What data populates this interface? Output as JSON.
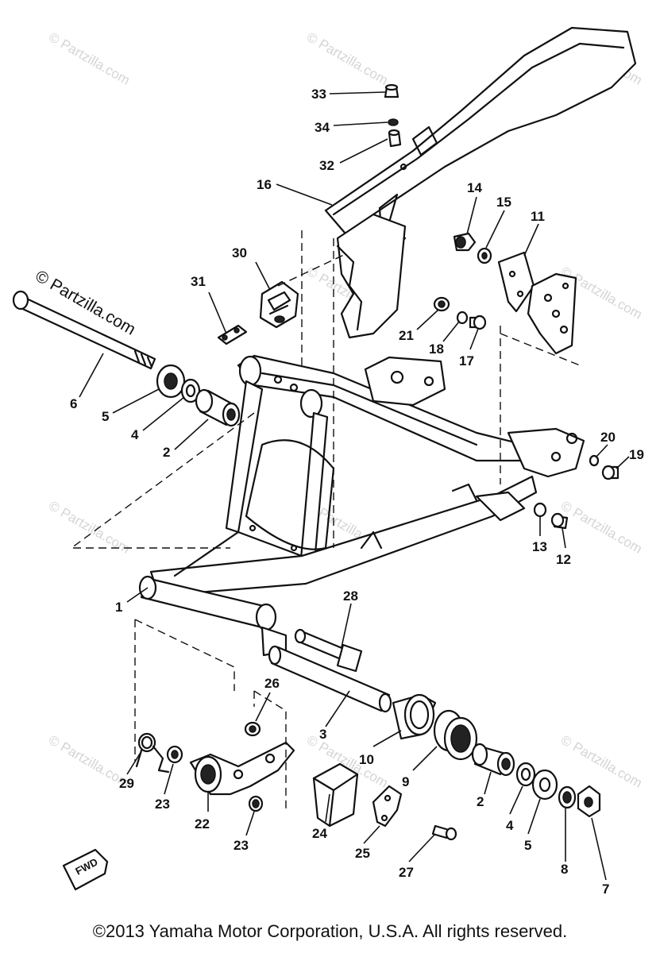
{
  "watermark": {
    "main": "© Partzilla.com",
    "faint": "© Partzilla.com"
  },
  "copyright": "©2013 Yamaha Motor Corporation, U.S.A. All rights reserved.",
  "fwd_label": "FWD",
  "callouts": {
    "c1": "1",
    "c2a": "2",
    "c2b": "2",
    "c3": "3",
    "c4a": "4",
    "c4b": "4",
    "c5a": "5",
    "c5b": "5",
    "c6": "6",
    "c7": "7",
    "c8": "8",
    "c9": "9",
    "c10": "10",
    "c11": "11",
    "c12": "12",
    "c13": "13",
    "c14": "14",
    "c15": "15",
    "c16": "16",
    "c17": "17",
    "c18": "18",
    "c19": "19",
    "c20": "20",
    "c21": "21",
    "c22": "22",
    "c23a": "23",
    "c23b": "23",
    "c24": "24",
    "c25": "25",
    "c26": "26",
    "c27": "27",
    "c28": "28",
    "c29": "29",
    "c30": "30",
    "c31": "31",
    "c32": "32",
    "c33": "33",
    "c34": "34"
  },
  "colors": {
    "ink": "#111111",
    "watermark": "#b8b8b8",
    "background": "#ffffff"
  }
}
